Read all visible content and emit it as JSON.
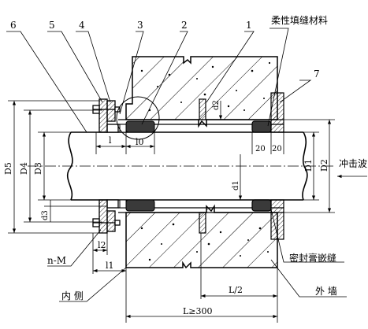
{
  "callouts": {
    "n6": "6",
    "n5": "5",
    "n4": "4",
    "n3": "3",
    "n2": "2",
    "n1": "1",
    "n7": "7"
  },
  "labels": {
    "flexible_filler": "柔性填缝材料",
    "sealant_joint": "密封膏嵌缝",
    "outer_wall": "外 墙",
    "inner_side": "内 侧",
    "shock_wave": "冲击波",
    "bolt": "n-M"
  },
  "dimensions": {
    "D5": "D5",
    "D4": "D4",
    "D3": "D3",
    "D1": "D1",
    "D2": "D2",
    "d1": "d1",
    "d2": "d2",
    "d3": "d3",
    "l": "l",
    "l0": "l0",
    "l1": "l1",
    "l2": "l2",
    "twenty_a": "20",
    "twenty_b": "20",
    "half_l": "L/2",
    "l_min": "L≥300"
  },
  "colors": {
    "ink": "#000000",
    "background": "#ffffff",
    "seal_fill": "#3a3a3a"
  }
}
